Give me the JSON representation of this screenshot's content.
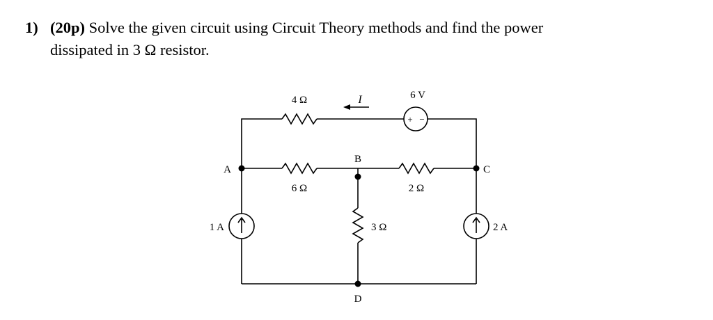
{
  "question": {
    "number": "1)",
    "points": "(20p)",
    "text_line1": " Solve the given circuit using Circuit Theory methods and find the power",
    "text_line2": "dissipated in 3 Ω resistor."
  },
  "circuit": {
    "resistor_top": "4 Ω",
    "current_label": "I",
    "voltage_source": "6 V",
    "voltage_plus": "+",
    "voltage_minus": "−",
    "resistor_mid_left": "6 Ω",
    "resistor_mid_right": "2 Ω",
    "resistor_vertical": "3 Ω",
    "current_source_left": "1 A",
    "current_source_right": "2 A",
    "node_a": "A",
    "node_b": "B",
    "node_c": "C",
    "node_d": "D"
  }
}
